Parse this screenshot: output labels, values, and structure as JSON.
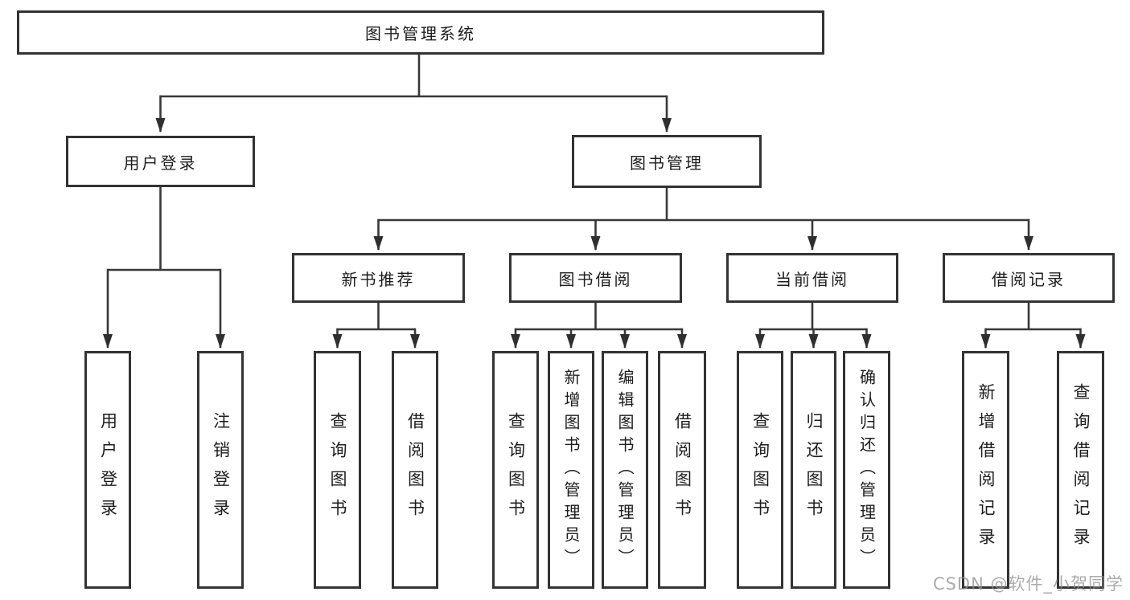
{
  "tree": {
    "label": "图书管理系统",
    "children": [
      {
        "label": "用户登录",
        "children": [
          {
            "label": "用户登录"
          },
          {
            "label": "注销登录"
          }
        ]
      },
      {
        "label": "图书管理",
        "children": [
          {
            "label": "新书推荐",
            "children": [
              {
                "label": "查询图书"
              },
              {
                "label": "借阅图书"
              }
            ]
          },
          {
            "label": "图书借阅",
            "children": [
              {
                "label": "查询图书"
              },
              {
                "label": "新增图书（管理员）"
              },
              {
                "label": "编辑图书（管理员）"
              },
              {
                "label": "借阅图书"
              }
            ]
          },
          {
            "label": "当前借阅",
            "children": [
              {
                "label": "查询图书"
              },
              {
                "label": "归还图书"
              },
              {
                "label": "确认归还（管理员）"
              }
            ]
          },
          {
            "label": "借阅记录",
            "children": [
              {
                "label": "新增借阅记录"
              },
              {
                "label": "查询借阅记录"
              }
            ]
          }
        ]
      }
    ]
  },
  "watermark": "CSDN @软件_小贺同学",
  "colors": {
    "background": "#ffffff",
    "box_border": "#333333",
    "connector_line": "#383838",
    "arrowhead": "#2f2f2f",
    "text": "#1d1d1d",
    "watermark_text": "#8f8f8f"
  }
}
